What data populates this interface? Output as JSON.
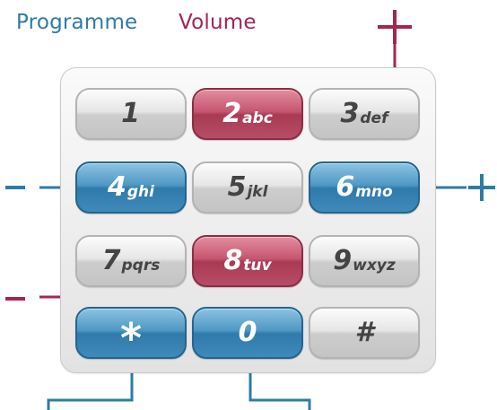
{
  "legend": {
    "programme": "Programme",
    "volume": "Volume"
  },
  "keys": [
    {
      "number": "1",
      "letters": ""
    },
    {
      "number": "2",
      "letters": "abc"
    },
    {
      "number": "3",
      "letters": "def"
    },
    {
      "number": "4",
      "letters": "ghi"
    },
    {
      "number": "5",
      "letters": "jkl"
    },
    {
      "number": "6",
      "letters": "mno"
    },
    {
      "number": "7",
      "letters": "pqrs"
    },
    {
      "number": "8",
      "letters": "tuv"
    },
    {
      "number": "9",
      "letters": "wxyz"
    },
    {
      "number": "*",
      "letters": ""
    },
    {
      "number": "0",
      "letters": ""
    },
    {
      "number": "#",
      "letters": ""
    }
  ],
  "colors": {
    "programme": "#2d7ca5",
    "volume": "#a8244f",
    "neutral": "#c4c4c4"
  }
}
